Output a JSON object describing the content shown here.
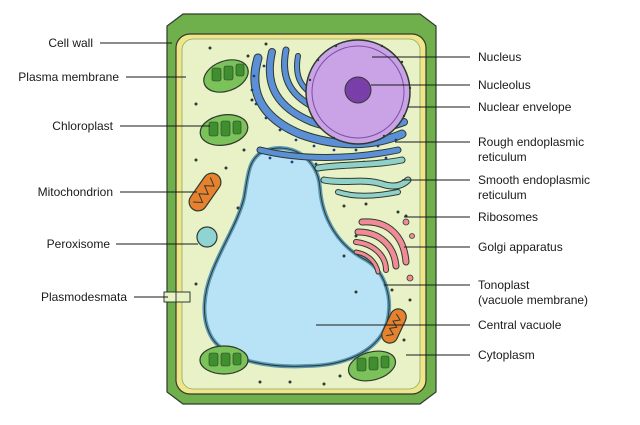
{
  "labels": {
    "cell_wall": "Cell wall",
    "plasma_membrane": "Plasma membrane",
    "chloroplast": "Chloroplast",
    "mitochondrion": "Mitochondrion",
    "peroxisome": "Peroxisome",
    "plasmodesmata": "Plasmodesmata",
    "nucleus": "Nucleus",
    "nucleolus": "Nucleolus",
    "nuclear_envelope": "Nuclear envelope",
    "rough_er": [
      "Rough endoplasmic",
      "reticulum"
    ],
    "smooth_er": [
      "Smooth endoplasmic",
      "reticulum"
    ],
    "ribosomes": "Ribosomes",
    "golgi": "Golgi apparatus",
    "tonoplast": [
      "Tonoplast",
      "(vacuole membrane)"
    ],
    "central_vacuole": "Central vacuole",
    "cytoplasm": "Cytoplasm"
  },
  "colors": {
    "cell_wall": "#6fb04c",
    "plasma_membrane": "#f1e58a",
    "cytoplasm": "#e8f2c6",
    "vacuole": "#b8e2f6",
    "nucleus": "#c9a3e6",
    "nucleolus": "#7a3ea8",
    "rough_er": "#5b8fd6",
    "smooth_er": "#8fd0c8",
    "golgi": "#f08a96",
    "mitochondrion": "#e8812e",
    "chloroplast": "#7cc25a",
    "peroxisome": "#8fd3d3"
  }
}
